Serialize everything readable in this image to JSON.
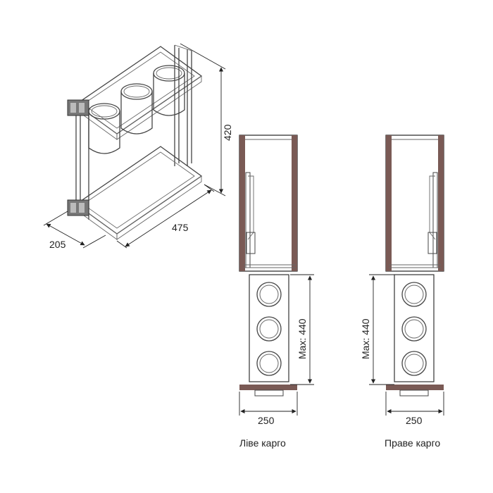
{
  "dimensions": {
    "height": "420",
    "depth": "205",
    "width": "475",
    "max_extension": "Max: 440",
    "left_width": "250",
    "right_width": "250"
  },
  "captions": {
    "left": "Ліве карго",
    "right": "Праве карго"
  },
  "colors": {
    "cabinet_side": "#7a5a55",
    "line": "#444444",
    "text": "#222222"
  }
}
